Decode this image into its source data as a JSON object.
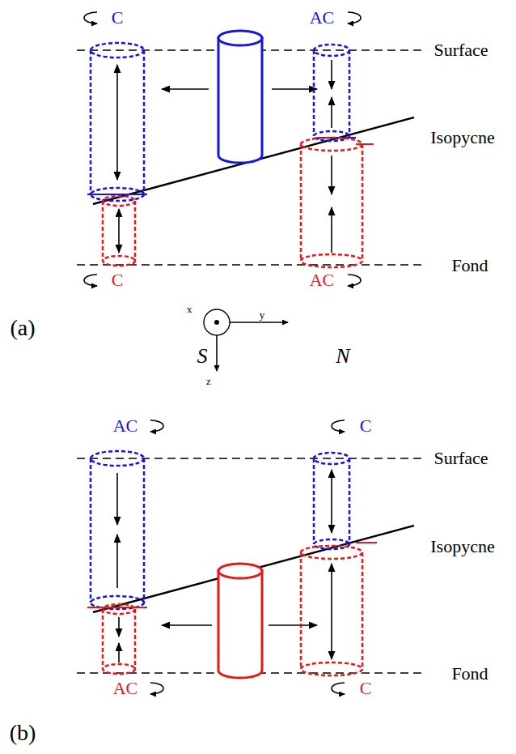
{
  "diagram": {
    "labels": [
      "C",
      "AC",
      "Surface",
      "Isopycne",
      "C",
      "AC",
      "Fond",
      "(a)",
      "x",
      "y",
      "S",
      "N",
      "z",
      "AC",
      "C",
      "Surface",
      "Isopycne",
      "AC",
      "C",
      "Fond",
      "(b)"
    ]
  }
}
